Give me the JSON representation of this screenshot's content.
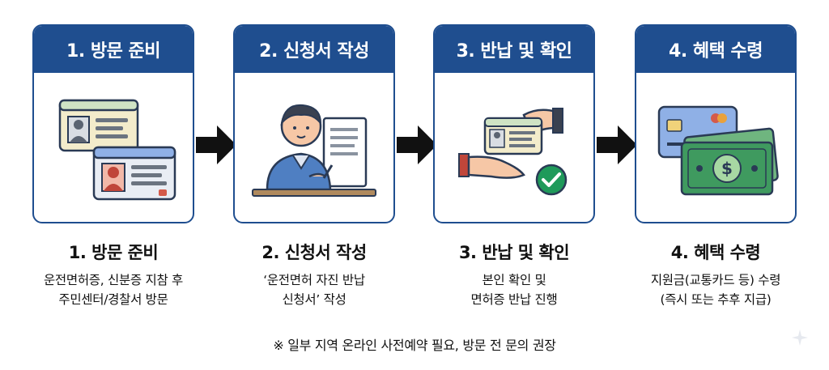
{
  "steps": [
    {
      "header": "1. 방문 준비",
      "title": "1. 방문 준비",
      "desc": [
        "운전면허증, 신분증 지참 후",
        "주민센터/경찰서 방문"
      ],
      "illustration": "id-cards-icon"
    },
    {
      "header": "2. 신청서 작성",
      "title": "2. 신청서 작성",
      "desc": [
        "‘운전면허 자진 반납",
        "신청서’ 작성"
      ],
      "illustration": "person-writing-icon"
    },
    {
      "header": "3. 반납 및 확인",
      "title": "3. 반납 및 확인",
      "desc": [
        "본인 확인 및",
        "면허증 반납 진행"
      ],
      "illustration": "license-handover-icon"
    },
    {
      "header": "4. 혜택 수령",
      "title": "4. 혜택 수령",
      "desc": [
        "지원금(교통카드 등) 수령",
        "(즉시 또는 추후 지급)"
      ],
      "illustration": "card-and-money-icon"
    }
  ],
  "footnote": "※ 일부 지역 온라인 사전예약 필요, 방문 전 문의 권장",
  "colors": {
    "header_bg": "#1f4e8f",
    "border": "#1f4e8f",
    "arrow": "#111111",
    "check": "#1f9a5a",
    "money": "#3f9a5f"
  }
}
